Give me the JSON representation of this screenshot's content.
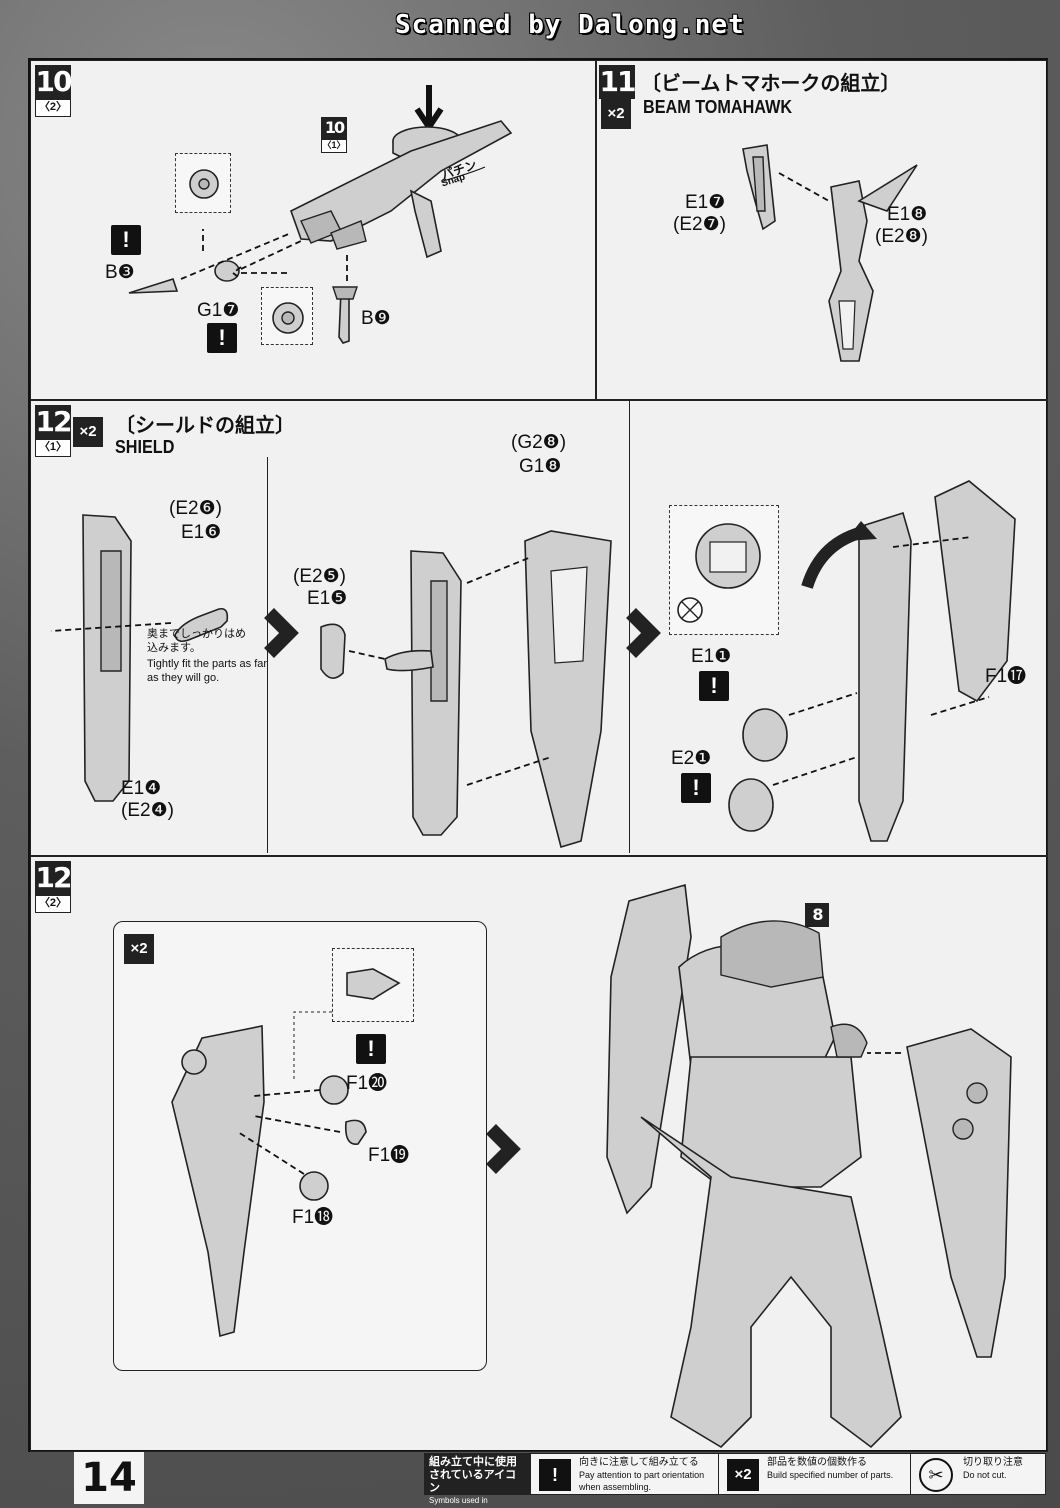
{
  "watermark": "Scanned by Dalong.net",
  "page_number": "14",
  "step10": {
    "num": "10",
    "sub": "〈2〉",
    "ref_num": "10",
    "ref_sub": "〈1〉",
    "snap_jp": "パチン",
    "snap_en": "Snap",
    "labels": {
      "b3": "B❸",
      "g17": "G1❼",
      "b9": "B❾"
    }
  },
  "step11": {
    "num": "11",
    "x2": "×2",
    "title_jp": "〔ビームトマホークの組立〕",
    "title_en": "BEAM TOMAHAWK",
    "labels": {
      "e17": "E1❼",
      "e27": "(E2❼)",
      "e18": "E1❽",
      "e28": "(E2❽)"
    }
  },
  "step12a": {
    "num": "12",
    "sub": "〈1〉",
    "x2": "×2",
    "title_jp": "〔シールドの組立〕",
    "title_en": "SHIELD",
    "labels": {
      "e26": "(E2❻)",
      "e16": "E1❻",
      "e25": "(E2❺)",
      "e15": "E1❺",
      "e14": "E1❹",
      "e24": "(E2❹)",
      "g28": "(G2❽)",
      "g18": "G1❽",
      "e11": "E1❶",
      "e21": "E2❶",
      "f117": "F1⓱"
    },
    "note_jp": "奥までしっかりはめ込みます。",
    "note_en": "Tightly fit the parts as far as they will go."
  },
  "step12b": {
    "num": "12",
    "sub": "〈2〉",
    "x2": "×2",
    "ref": "8",
    "labels": {
      "f120": "F1⓴",
      "f119": "F1⓳",
      "f118": "F1⓲"
    }
  },
  "warn_mark": "!",
  "legend": {
    "head_jp": "組み立て中に使用されているアイコン",
    "head_en": "Symbols used in instructions",
    "items": [
      {
        "icon": "!",
        "jp": "向きに注意して組み立てる",
        "en": "Pay attention to part orientation when assembling."
      },
      {
        "icon": "×2",
        "jp": "部品を数値の個数作る",
        "en": "Build specified number of parts."
      },
      {
        "icon": "✂",
        "jp": "切り取り注意",
        "en": "Do not cut."
      }
    ]
  }
}
